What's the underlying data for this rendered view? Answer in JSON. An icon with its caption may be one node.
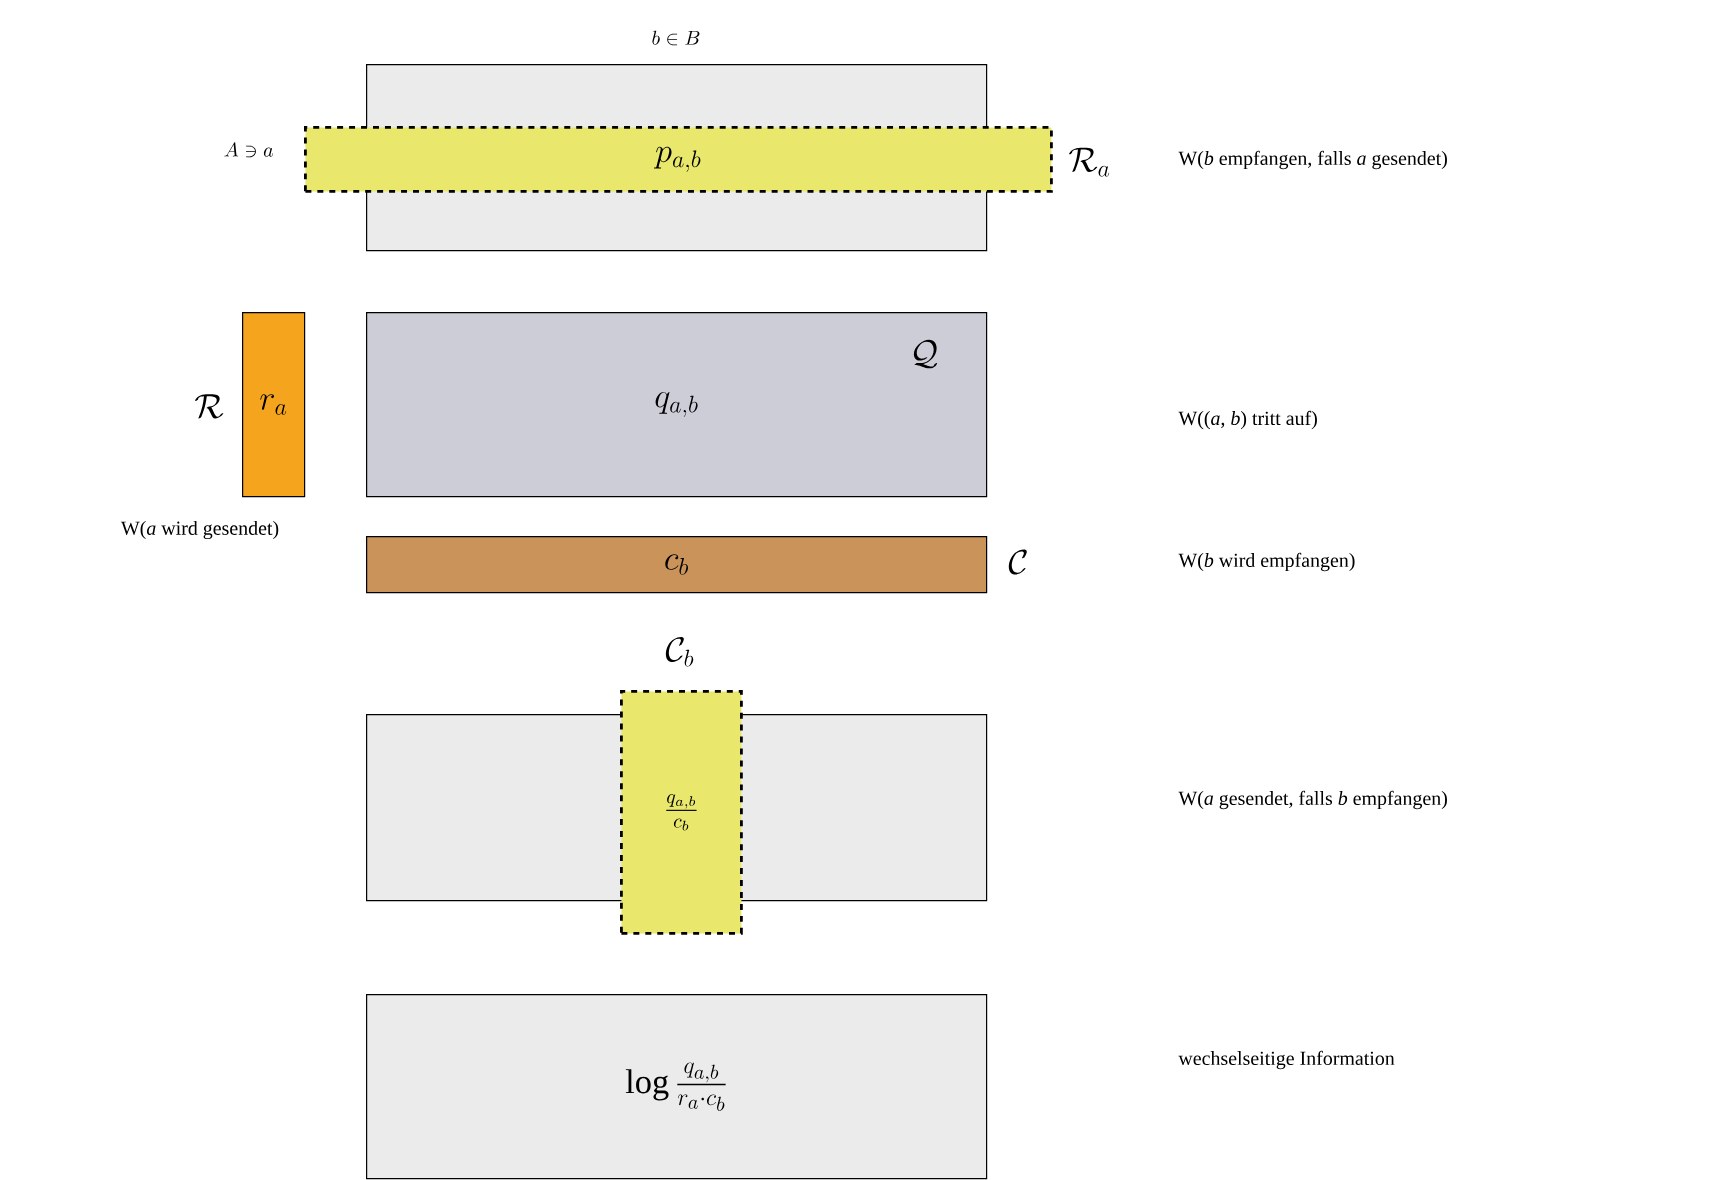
{
  "diagram": {
    "nodes": [
      {
        "text": [
          "b \\in B"
        ]
      },
      {
        "text": [
          "p_{a,b}"
        ],
        "beside": [
          "A \\ni a",
          "\\mathcal{R}_a"
        ]
      },
      {
        "text": [
          "r_a"
        ],
        "beside": [
          "\\mathcal{R}"
        ]
      },
      {
        "text": [
          "q_{a,b}",
          "\\mathcal{Q}"
        ]
      },
      {
        "text": [
          "c_b"
        ],
        "beside": [
          "\\mathcal{C}"
        ]
      },
      {
        "text": [],
        "shape": "box"
      },
      {
        "text": [
          "\\mathcal{C}_b",
          "\\frac{q_{a,b}}{c_b}"
        ]
      },
      {
        "text": [
          "\\log \\frac{q_{a,b}}{r_a \\cdot c_b}"
        ]
      }
    ],
    "labels": [
      "W(*b* empfangen, falls *a* gesendet)",
      "W((*a*, *b*) tritt auf)",
      "W(*a* wird gesendet)",
      "W(*b* wird empfangen)",
      "W(*a* gesendet, falls *b* empfangen)",
      "wechselseitige Information"
    ]
  }
}
